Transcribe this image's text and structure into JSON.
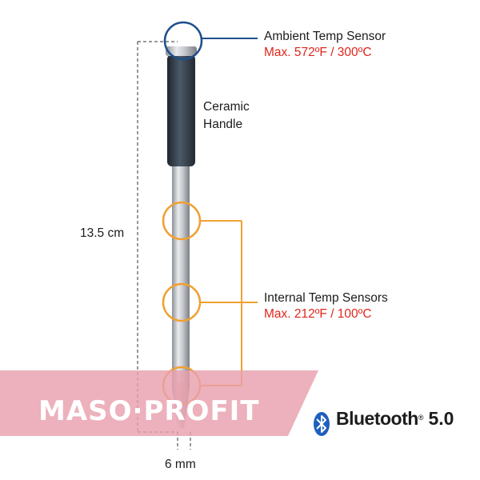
{
  "ambient": {
    "title": "Ambient Temp Sensor",
    "max": "Max. 572ºF / 300ºC"
  },
  "handle": {
    "line1": "Ceramic",
    "line2": "Handle"
  },
  "internal": {
    "title": "Internal Temp Sensors",
    "max": "Max. 212ºF / 100ºC"
  },
  "dimensions": {
    "length": "13.5 cm",
    "diameter": "6 mm"
  },
  "watermark": {
    "text": "MASO·PROFIT"
  },
  "bluetooth": {
    "word": "Bluetooth",
    "reg": "®",
    "version": "5.0"
  },
  "colors": {
    "ambient_circle": "#1f4e8c",
    "internal_circle": "#f0a030",
    "accent_red": "#e0261b",
    "banner": "#e8a0ad",
    "handle": "#34404c"
  }
}
